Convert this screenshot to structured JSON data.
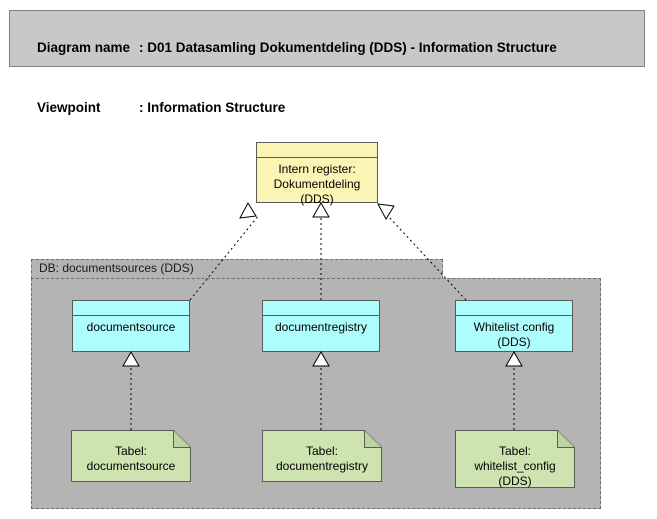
{
  "header": {
    "diagram_name_label": "Diagram name",
    "diagram_name_sep": ": ",
    "diagram_name_value": "D01 Datasamling Dokumentdeling (DDS) - Information Structure",
    "viewpoint_label": "Viewpoint",
    "viewpoint_sep": ": ",
    "viewpoint_value": "Information Structure"
  },
  "colors": {
    "header_bg": "#c8c8c8",
    "container_bg": "#b4b4b4",
    "business_object": "#fbf5b5",
    "data_object": "#aefdfd",
    "artifact": "#cde3b0",
    "border": "#5a5a5a",
    "connector": "#000000"
  },
  "container": {
    "label": "DB: documentsources (DDS)"
  },
  "nodes": {
    "business_object": {
      "label": "Intern register:\nDokumentdeling\n(DDS)"
    },
    "data_objects": [
      {
        "label": "documentsource"
      },
      {
        "label": "documentregistry"
      },
      {
        "label": "Whitelist config\n(DDS)"
      }
    ],
    "artifacts": [
      {
        "label": "Tabel:\ndocumentsource"
      },
      {
        "label": "Tabel:\ndocumentregistry"
      },
      {
        "label": "Tabel:\nwhitelist_config\n(DDS)"
      }
    ]
  },
  "relationships": [
    {
      "type": "realization",
      "from": "documentsource",
      "to": "business_object"
    },
    {
      "type": "realization",
      "from": "documentregistry",
      "to": "business_object"
    },
    {
      "type": "realization",
      "from": "Whitelist config (DDS)",
      "to": "business_object"
    },
    {
      "type": "realization",
      "from": "Tabel: documentsource",
      "to": "documentsource"
    },
    {
      "type": "realization",
      "from": "Tabel: documentregistry",
      "to": "documentregistry"
    },
    {
      "type": "realization",
      "from": "Tabel: whitelist_config (DDS)",
      "to": "Whitelist config (DDS)"
    }
  ]
}
